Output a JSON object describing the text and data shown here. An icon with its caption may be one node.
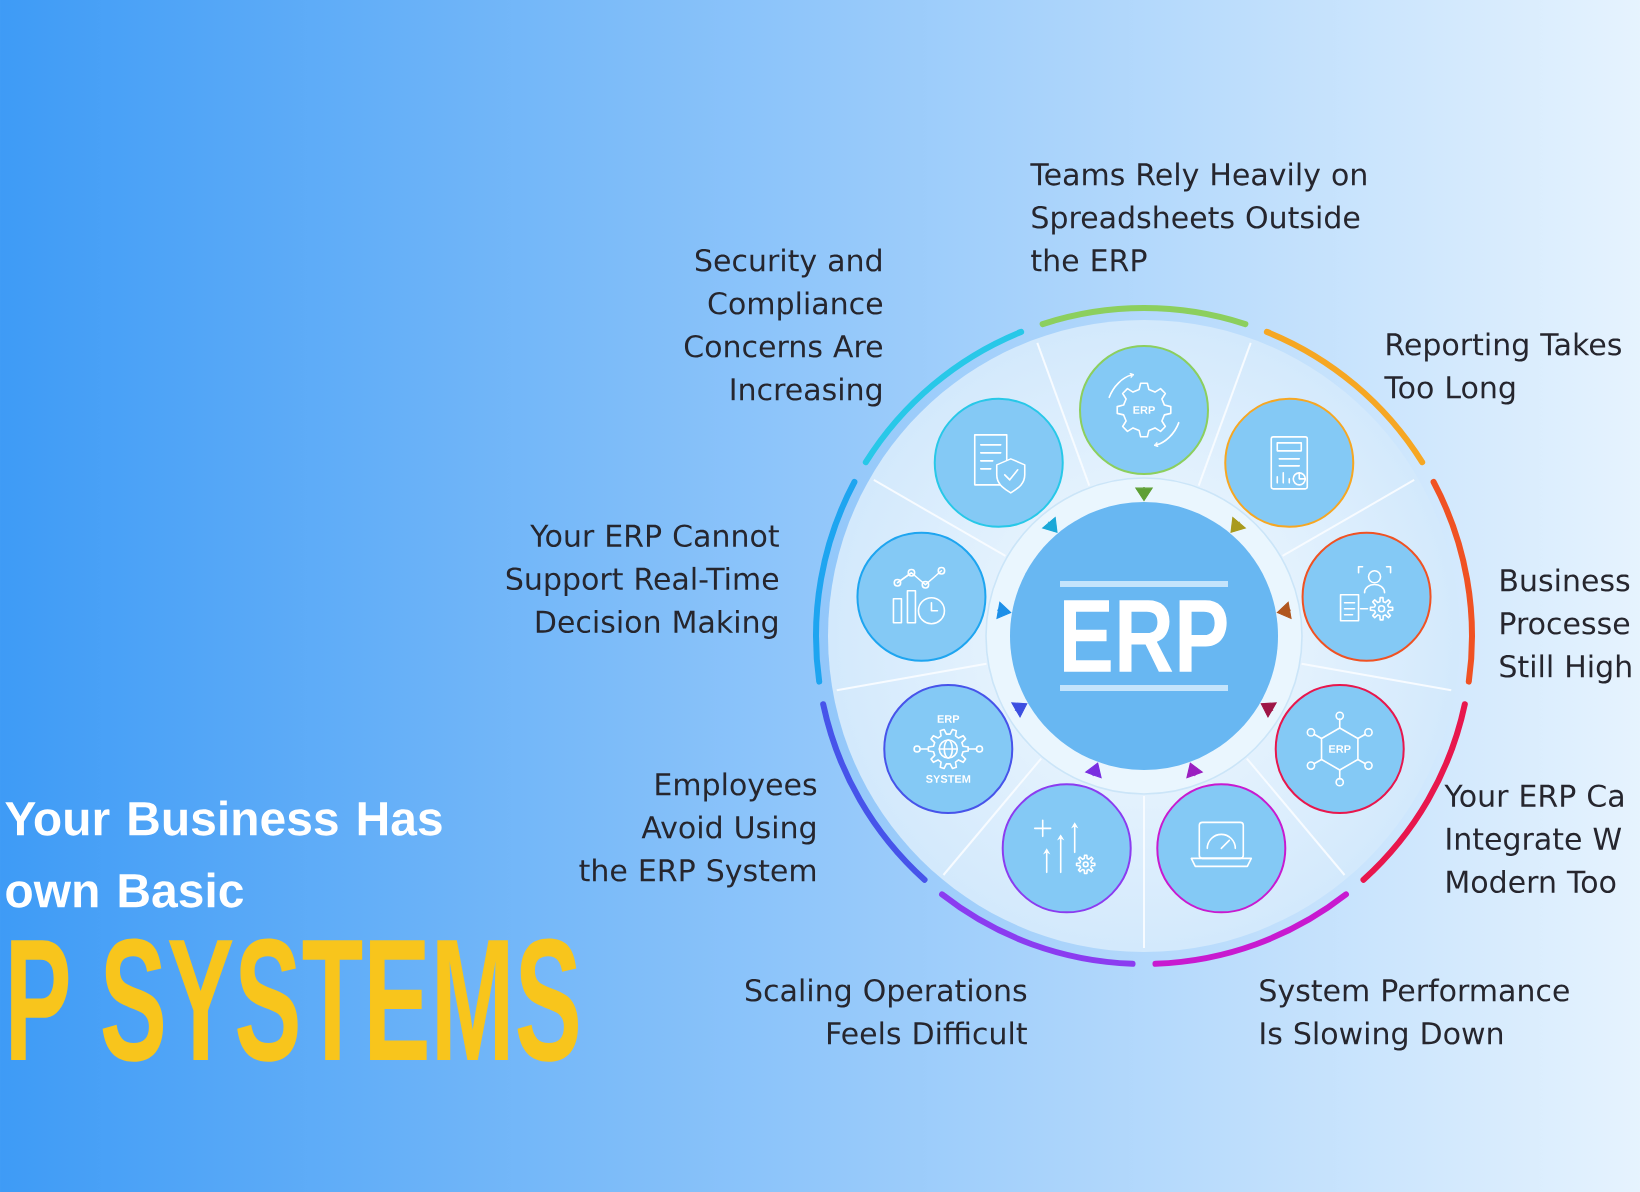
{
  "diagram": {
    "title": "Your Business Has own Basic",
    "nodes": [
      {
        "text": [
          "ERP"
        ]
      },
      {
        "text": [
          "ERP"
        ],
        "beside": [
          "Teams Rely Heavily on Spreadsheets Outside the ERP"
        ]
      },
      {
        "text": [],
        "shape": "circle",
        "beside": [
          "Reporting Takes Too Long"
        ]
      },
      {
        "text": [],
        "shape": "circle",
        "beside": [
          "Business Processe Still High"
        ]
      },
      {
        "text": [
          "ERP"
        ],
        "beside": [
          "Your ERP Ca Integrate W Modern Too"
        ]
      },
      {
        "text": [],
        "shape": "circle",
        "beside": [
          "System Performance Is Slowing Down"
        ]
      },
      {
        "text": [],
        "shape": "circle",
        "beside": [
          "Scaling Operations Feels Difficult"
        ]
      },
      {
        "text": [
          "ERP",
          "SYSTEM"
        ],
        "beside": [
          "Employees Avoid Using the ERP System"
        ]
      },
      {
        "text": [],
        "shape": "circle",
        "beside": [
          "Your ERP Cannot Support Real-Time Decision Making"
        ]
      },
      {
        "text": [],
        "shape": "circle",
        "beside": [
          "Security and Compliance Concerns Are Increasing"
        ]
      }
    ],
    "edges": [
      {
        "from": 1,
        "to": 0,
        "arrow": "to",
        "color": "#5e9f35"
      },
      {
        "from": 2,
        "to": 0,
        "arrow": "to",
        "color": "#a99a1e"
      },
      {
        "from": 3,
        "to": 0,
        "arrow": "to",
        "color": "#b0561e"
      },
      {
        "from": 4,
        "to": 0,
        "arrow": "to",
        "color": "#9e1546"
      },
      {
        "from": 5,
        "to": 0,
        "arrow": "to",
        "color": "#9a1fc0"
      },
      {
        "from": 6,
        "to": 0,
        "arrow": "to",
        "color": "#7a2fe0"
      },
      {
        "from": 7,
        "to": 0,
        "arrow": "to",
        "color": "#3c4fe0"
      },
      {
        "from": 8,
        "to": 0,
        "arrow": "to",
        "color": "#1c8fe8"
      },
      {
        "from": 9,
        "to": 0,
        "arrow": "to",
        "color": "#1ba8d8"
      }
    ],
    "labels": [
      "P SYSTEMS"
    ]
  }
}
